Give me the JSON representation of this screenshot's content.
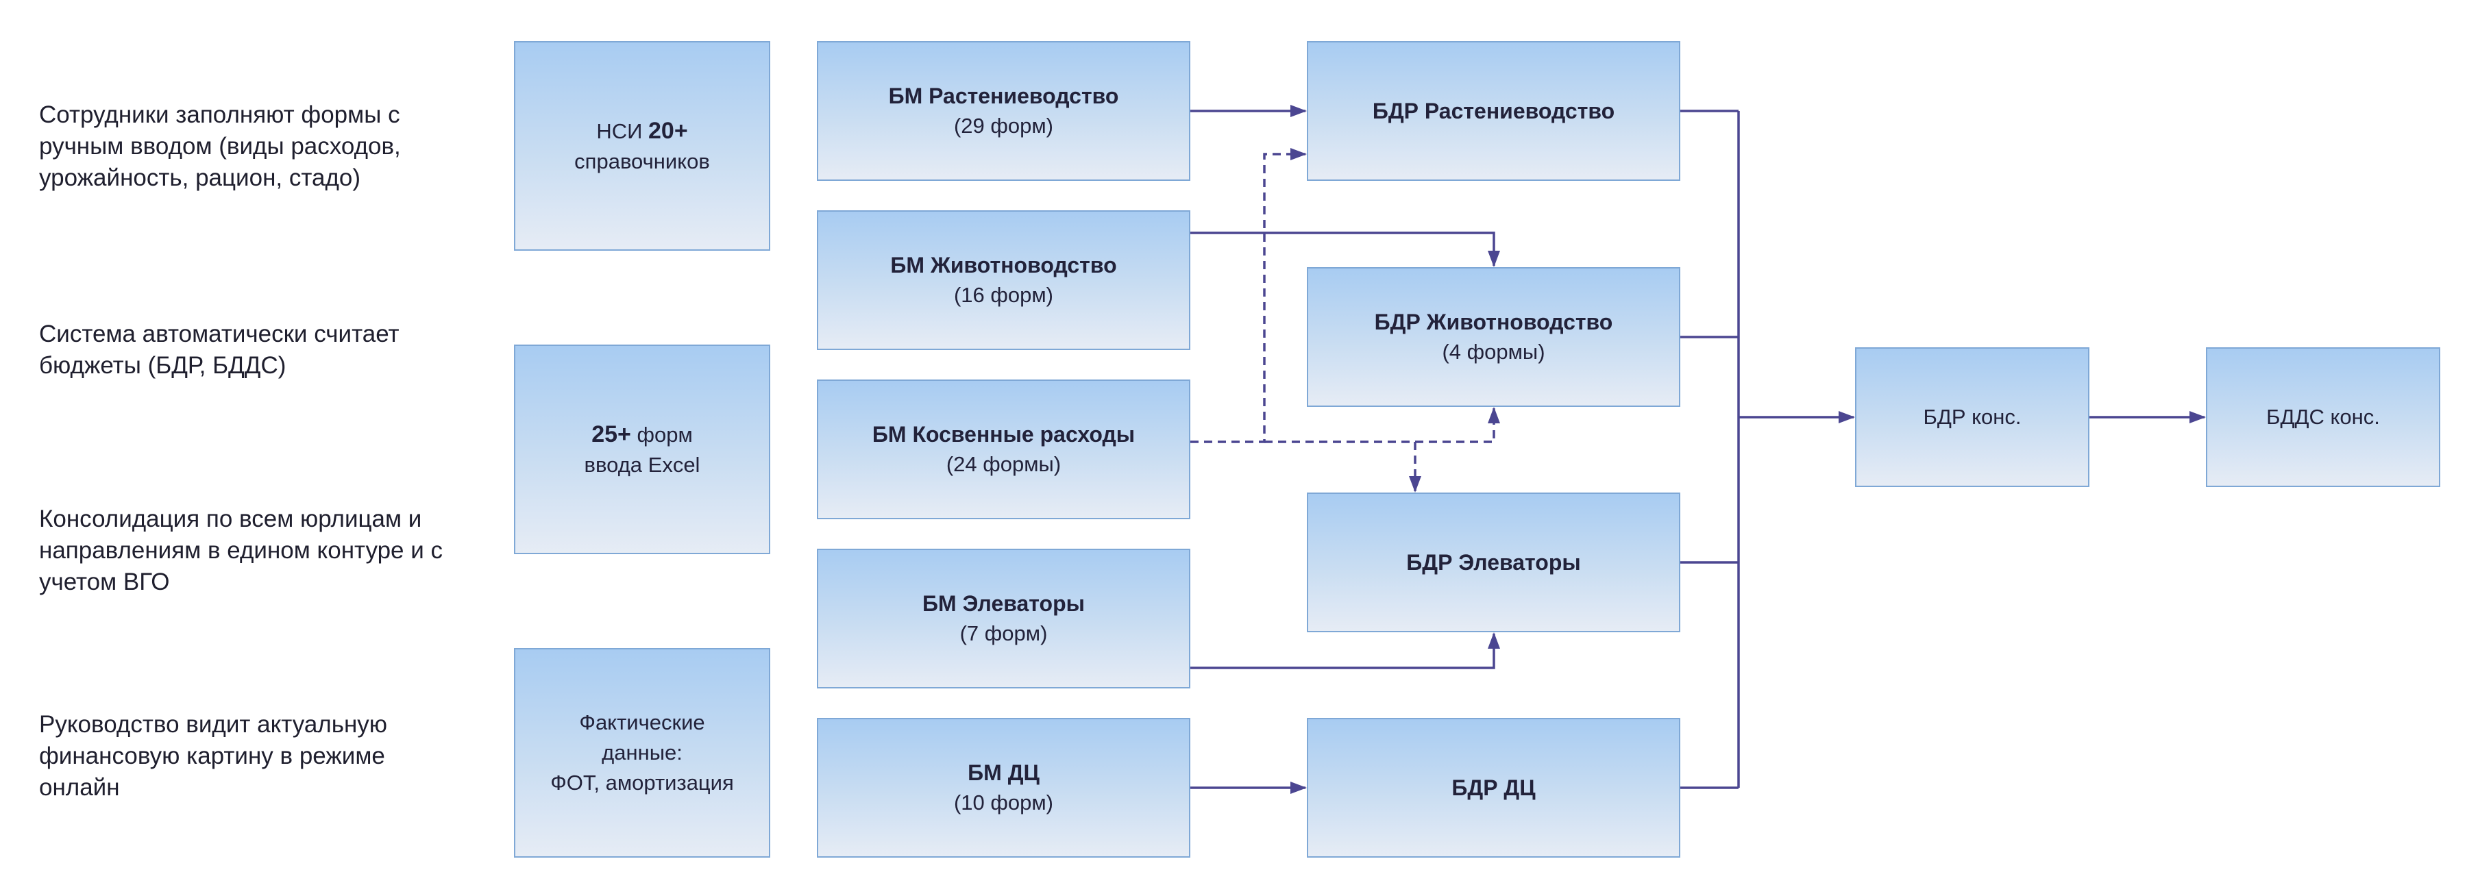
{
  "notes": [
    "Сотрудники заполняют формы с ручным вводом (виды расходов, урожайность, рацион, стадо)",
    "Система автоматически считает бюджеты (БДР, БДДС)",
    "Консолидация по всем юрлицам и направлениям в едином контуре и с учетом ВГО",
    "Руководство видит актуальную финансовую картину в режиме онлайн"
  ],
  "sources": {
    "nsi": {
      "prefix": "НСИ",
      "count": "20+",
      "suffix": "справочников"
    },
    "excel": {
      "count": "25+",
      "suffix1": "форм",
      "suffix2": "ввода Excel"
    },
    "actual": {
      "line1": "Фактические",
      "line2": "данные:",
      "line3": "ФОТ, амортизация"
    }
  },
  "bm": [
    {
      "title": "БМ Растениеводство",
      "sub": "(29 форм)"
    },
    {
      "title": "БМ Животноводство",
      "sub": "(16 форм)"
    },
    {
      "title": "БМ Косвенные расходы",
      "sub": "(24 формы)"
    },
    {
      "title": "БМ Элеваторы",
      "sub": "(7 форм)"
    },
    {
      "title": "БМ ДЦ",
      "sub": "(10 форм)"
    }
  ],
  "bdr": [
    {
      "title": "БДР Растениеводство"
    },
    {
      "title": "БДР Животноводство",
      "sub": "(4 формы)"
    },
    {
      "title": "БДР Элеваторы"
    },
    {
      "title": "БДР ДЦ"
    }
  ],
  "cons": {
    "bdr": "БДР конс.",
    "bdds": "БДДС конс."
  },
  "colors": {
    "arrow": "#4b4691",
    "box_border": "#7fa8d6",
    "box_top": "#a8ccf2",
    "box_bottom": "#e6ecf5"
  }
}
